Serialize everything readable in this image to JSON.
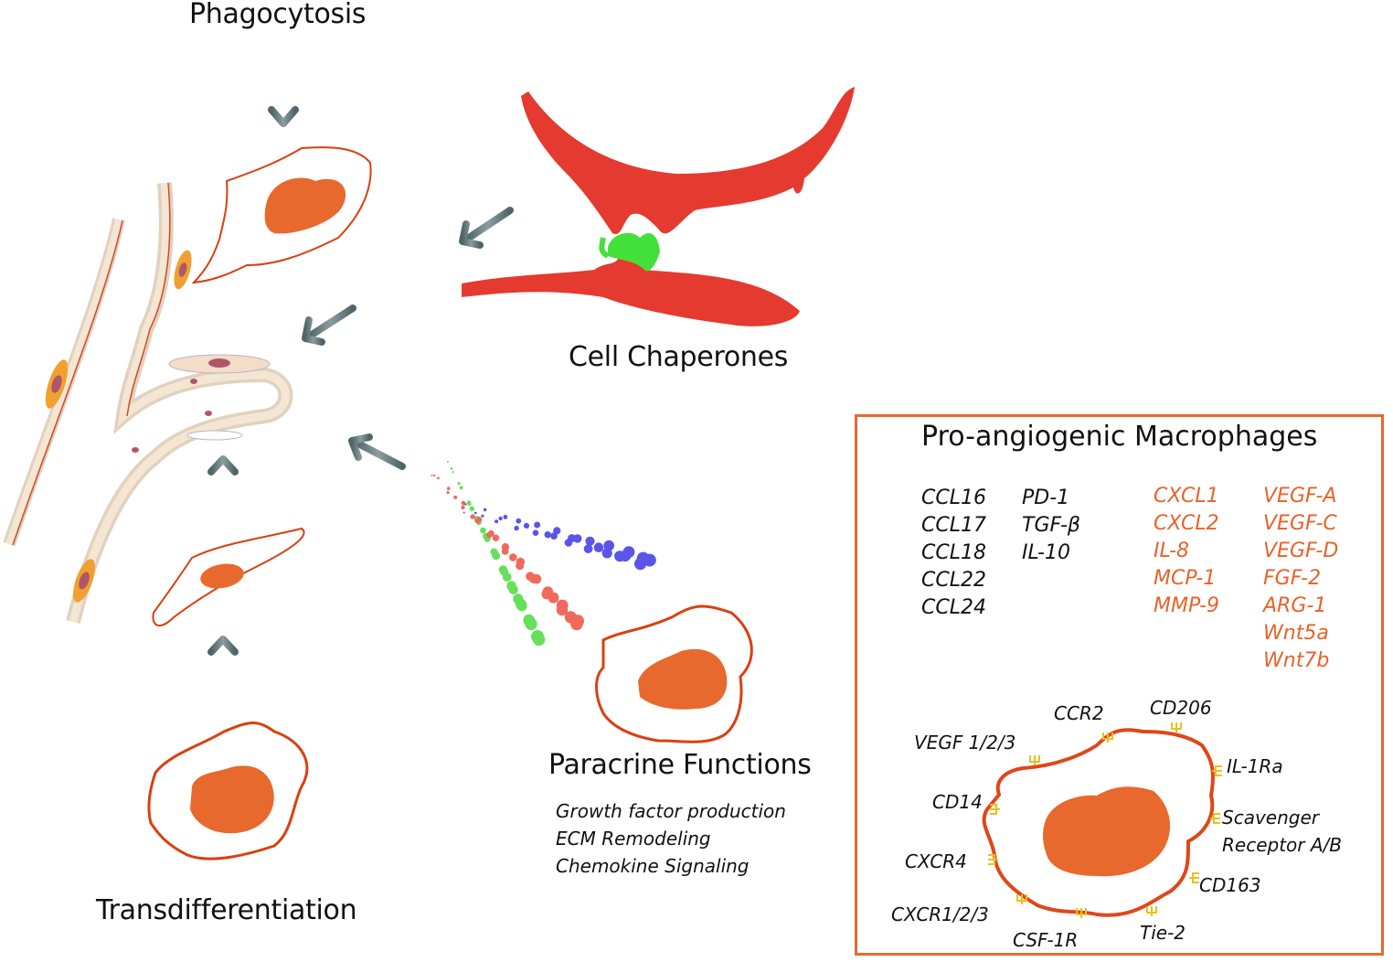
{
  "labels": {
    "phagocytosis": "Phagocytosis",
    "cell_chaperones": "Cell Chaperones",
    "paracrine_functions": "Paracrine Functions",
    "transdifferentiation": "Transdifferentiation"
  },
  "paracrine_list": [
    "Growth factor production",
    "ECM Remodeling",
    "Chemokine Signaling"
  ],
  "macrophage_box": {
    "title": "Pro-angiogenic Macrophages",
    "black_col_1": [
      "CCL16",
      "CCL17",
      "CCL18",
      "CCL22",
      "CCL24"
    ],
    "black_col_2": [
      "PD-1",
      "TGF-β",
      "IL-10"
    ],
    "orange_col_1": [
      "CXCL1",
      "CXCL2",
      "IL-8",
      "MCP-1",
      "MMP-9"
    ],
    "orange_col_2": [
      "VEGF-A",
      "VEGF-C",
      "VEGF-D",
      "FGF-2",
      "ARG-1",
      "Wnt5a",
      "Wnt7b"
    ],
    "receptors": {
      "ccr2": "CCR2",
      "cd206": "CD206",
      "vegf": "VEGF 1/2/3",
      "il1ra": "IL-1Ra",
      "cd14": "CD14",
      "scavenger_1": "Scavenger",
      "scavenger_2": "Receptor A/B",
      "cxcr4": "CXCR4",
      "cd163": "CD163",
      "cxcr123": "CXCR1/2/3",
      "tie2": "Tie-2",
      "csf1r": "CSF-1R"
    }
  },
  "colors": {
    "cell_outline": "#d9400f",
    "nucleus": "#e8692e",
    "vessel_red": "#e53a2f",
    "chaperone_green": "#44e03a",
    "arrow_gray": "#5f7378",
    "box_border": "#e8682e",
    "receptor_yellow": "#e8c020",
    "dots_green": "#66e05a",
    "dots_red": "#ef6a5a",
    "dots_blue": "#5a55e8"
  }
}
